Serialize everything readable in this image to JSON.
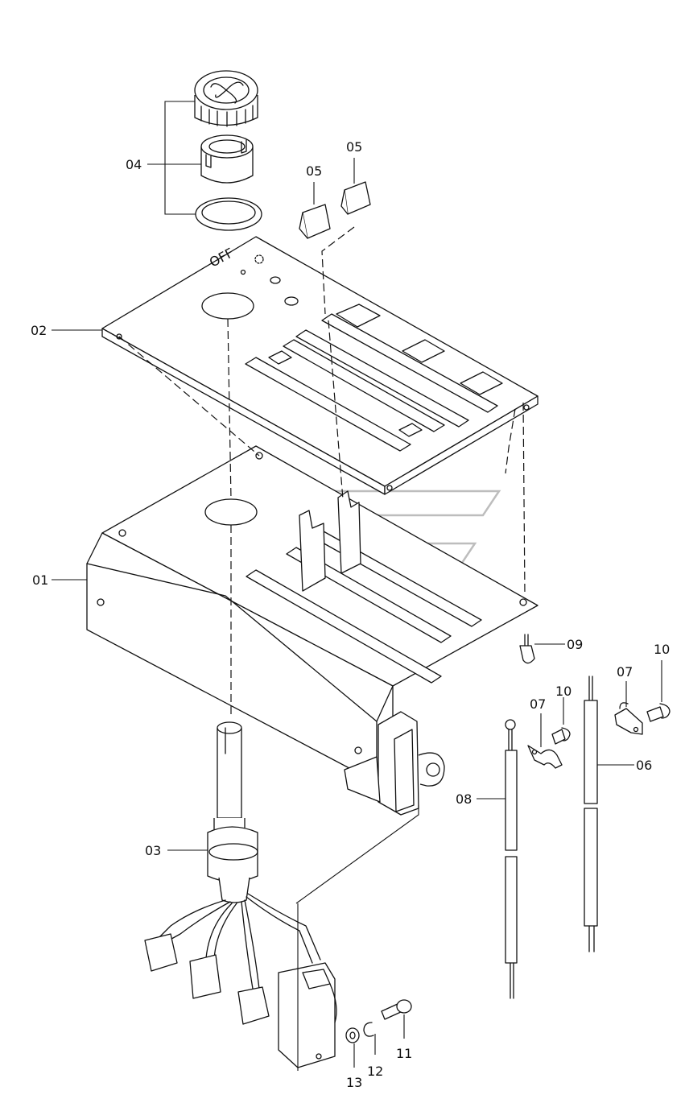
{
  "callouts": {
    "c01": "01",
    "c02": "02",
    "c03": "03",
    "c04": "04",
    "c05a": "05",
    "c05b": "05",
    "c06": "06",
    "c07a": "07",
    "c07b": "07",
    "c08": "08",
    "c09": "09",
    "c10a": "10",
    "c10b": "10",
    "c11": "11",
    "c12": "12",
    "c13": "13"
  },
  "panel_marking": "OFF"
}
